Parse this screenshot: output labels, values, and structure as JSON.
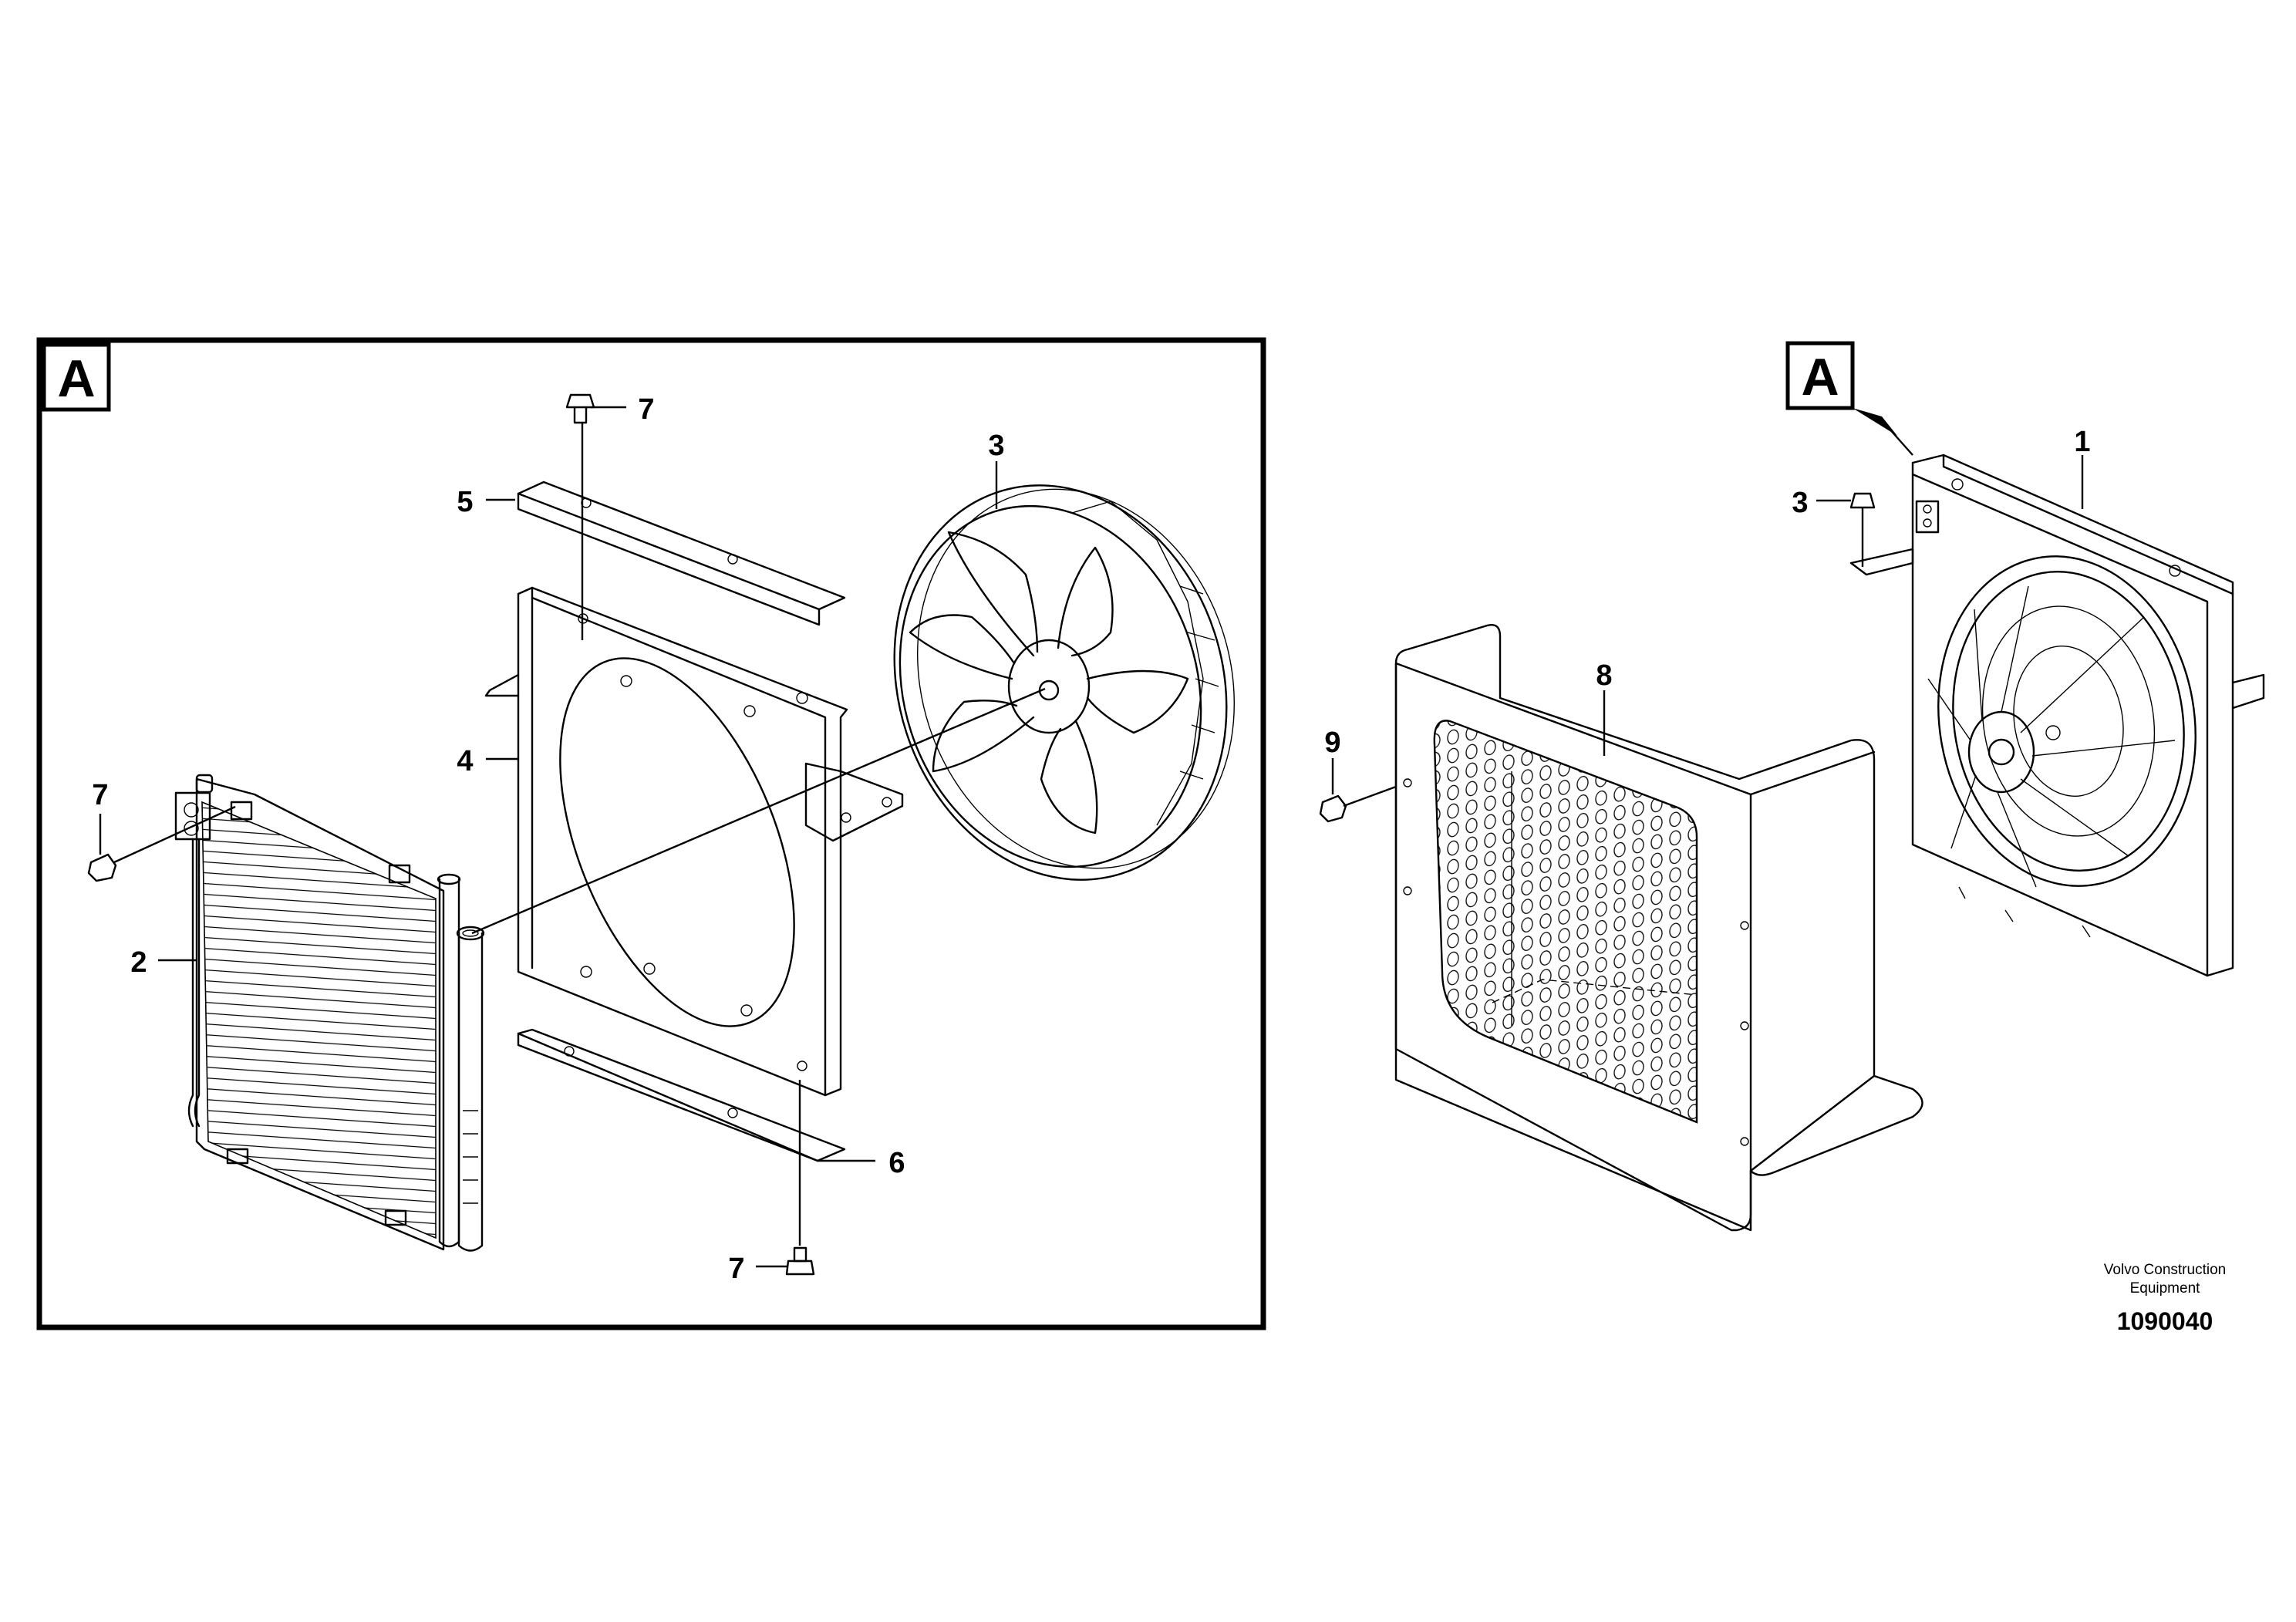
{
  "detail_view": {
    "frame_label": "A",
    "callouts": [
      "7",
      "5",
      "3",
      "4",
      "7",
      "2",
      "6",
      "7"
    ]
  },
  "overview": {
    "view_label": "A",
    "callouts": [
      "1",
      "3",
      "8",
      "9"
    ]
  },
  "title_block": {
    "maker_line1": "Volvo Construction",
    "maker_line2": "Equipment",
    "document_number": "1090040"
  }
}
